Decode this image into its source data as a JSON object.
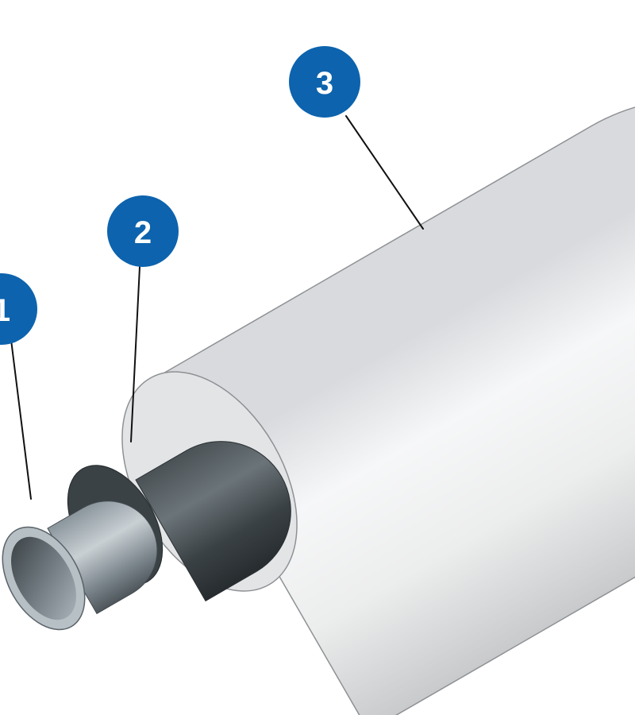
{
  "callouts": [
    {
      "number": "1",
      "part": "inner-pipe"
    },
    {
      "number": "2",
      "part": "middle-layer"
    },
    {
      "number": "3",
      "part": "outer-jacket"
    }
  ],
  "colors": {
    "callout_fill": "#0d63ad",
    "callout_text": "#ffffff",
    "leader_line": "#111111",
    "outer_jacket": "#e8e9eb",
    "middle_layer": "#3c4347",
    "inner_pipe": "#8c979f"
  }
}
